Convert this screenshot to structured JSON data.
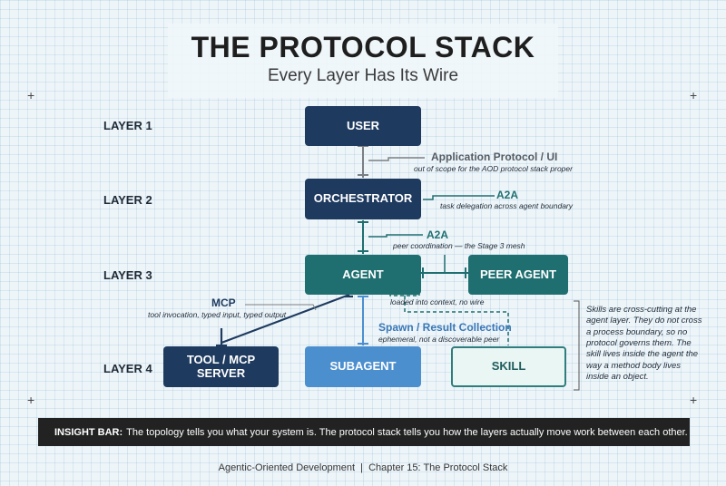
{
  "header": {
    "title": "THE PROTOCOL STACK",
    "subtitle": "Every Layer Has Its Wire"
  },
  "layers": {
    "l1": "LAYER 1",
    "l2": "LAYER 2",
    "l3": "LAYER 3",
    "l4": "LAYER 4"
  },
  "nodes": {
    "user": "USER",
    "orchestrator": "ORCHESTRATOR",
    "agent": "AGENT",
    "peer_agent": "PEER AGENT",
    "tool_server": "TOOL / MCP SERVER",
    "subagent": "SUBAGENT",
    "skill": "SKILL"
  },
  "wires": {
    "app_protocol": {
      "title": "Application Protocol / UI",
      "desc": "out of scope for the AOD protocol stack proper"
    },
    "a2a_delegation": {
      "title": "A2A",
      "desc": "task delegation across agent boundary"
    },
    "a2a_peer": {
      "title": "A2A",
      "desc": "peer coordination — the Stage 3 mesh"
    },
    "skill_context": {
      "desc": "loaded into context, no wire"
    },
    "mcp": {
      "title": "MCP",
      "desc": "tool invocation, typed input, typed output"
    },
    "spawn": {
      "title": "Spawn / Result Collection",
      "desc": "ephemeral, not a discoverable peer"
    }
  },
  "skills_note": "Skills are cross-cutting at the agent layer. They do not cross a process boundary, so no protocol governs them. The skill lives inside the agent the way a method body lives inside an object.",
  "insight": {
    "label": "INSIGHT BAR:",
    "text": "The topology tells you what your system is. The protocol stack tells you how the layers actually move work between each other."
  },
  "footer": "Agentic-Oriented Development  |  Chapter 15: The Protocol Stack",
  "colors": {
    "navy": "#1e3a5f",
    "teal": "#1f6f70",
    "blue": "#4c8fcf",
    "gray": "#555c63"
  }
}
